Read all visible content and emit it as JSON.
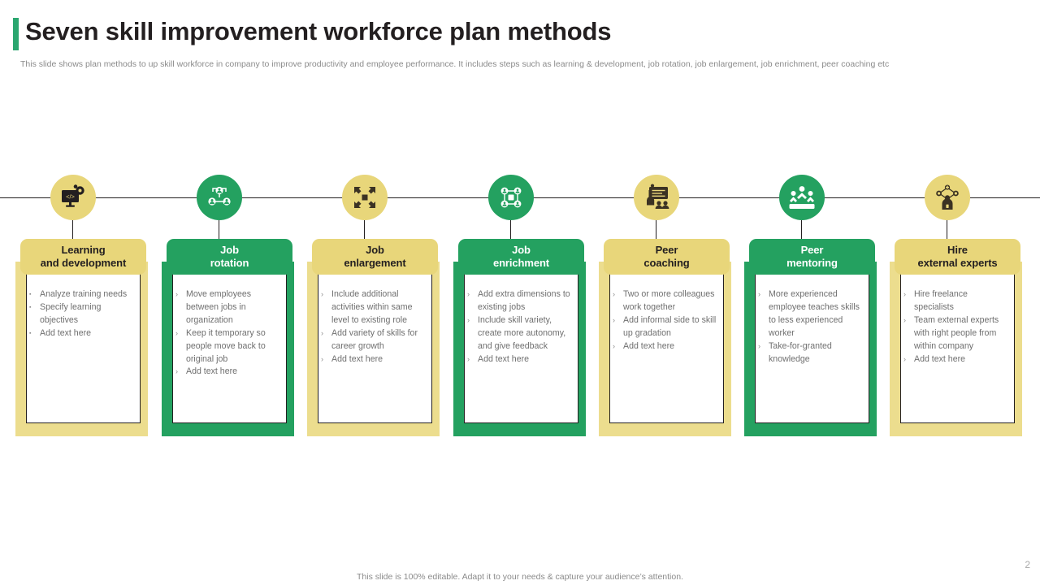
{
  "header": {
    "title": "Seven skill improvement workforce plan methods",
    "subtitle": "This slide shows plan methods to up skill workforce in company to improve productivity and employee performance. It includes steps such as learning & development, job rotation, job enlargement, job enrichment, peer coaching etc",
    "accent_color": "#2aa66f"
  },
  "colors": {
    "yellow": "#e8d67a",
    "yellow_shadow": "#ecdd8e",
    "green": "#24a160",
    "green_shadow": "#24a160",
    "text": "#231f20",
    "body_text": "#6f6f6f",
    "muted": "#8b8b8b"
  },
  "steps": [
    {
      "id": "learning-and-development",
      "title": "Learning\nand development",
      "title_lines": [
        "Learning",
        "and development"
      ],
      "theme": "yellow",
      "icon": "monitor-code-gear-icon",
      "bullet_mark": "▪",
      "bullets": [
        "Analyze training needs",
        "Specify learning objectives",
        "Add text here"
      ]
    },
    {
      "id": "job-rotation",
      "title": "Job rotation",
      "title_lines": [
        "Job",
        "rotation"
      ],
      "theme": "green",
      "icon": "people-network-icon",
      "bullet_mark": "›",
      "bullets": [
        "Move  employees between  jobs in organization",
        "Keep it temporary so people  move back to original  job",
        "Add text here"
      ]
    },
    {
      "id": "job-enlargement",
      "title": "Job enlargement",
      "title_lines": [
        "Job",
        "enlargement"
      ],
      "theme": "yellow",
      "icon": "expand-arrows-icon",
      "bullet_mark": "›",
      "bullets": [
        "Include  additional activities  within same level  to existing role",
        " Add variety  of skills for career  growth",
        "Add text here"
      ]
    },
    {
      "id": "job-enrichment",
      "title": "Job enrichment",
      "title_lines": [
        "Job",
        "enrichment"
      ],
      "theme": "green",
      "icon": "team-grid-icon",
      "bullet_mark": "›",
      "bullets": [
        "Add extra dimensions to existing jobs",
        "Include skill variety, create more autonomy, and give  feedback",
        "Add text here"
      ]
    },
    {
      "id": "peer-coaching",
      "title": "Peer coaching",
      "title_lines": [
        "Peer",
        "coaching"
      ],
      "theme": "yellow",
      "icon": "whiteboard-training-icon",
      "bullet_mark": "›",
      "bullets": [
        "Two  or more colleagues  work together",
        "Add informal  side to skill up gradation",
        "Add text here"
      ]
    },
    {
      "id": "peer-mentoring",
      "title": "Peer mentoring",
      "title_lines": [
        "Peer",
        "mentoring"
      ],
      "theme": "green",
      "icon": "mentor-group-icon",
      "bullet_mark": "›",
      "bullets": [
        "More experienced employee teaches skills to less experienced worker",
        " Take-for-granted knowledge"
      ]
    },
    {
      "id": "hire-external-experts",
      "title": "Hire external experts",
      "title_lines": [
        "Hire",
        "external experts"
      ],
      "theme": "yellow",
      "icon": "expert-network-icon",
      "bullet_mark": "›",
      "bullets": [
        "Hire freelance specialists",
        "Team  external experts with right people  from  within company",
        "Add text here"
      ]
    }
  ],
  "footer": {
    "note": "This slide is 100% editable. Adapt it to your needs & capture your audience’s attention.",
    "page_number": "2"
  }
}
